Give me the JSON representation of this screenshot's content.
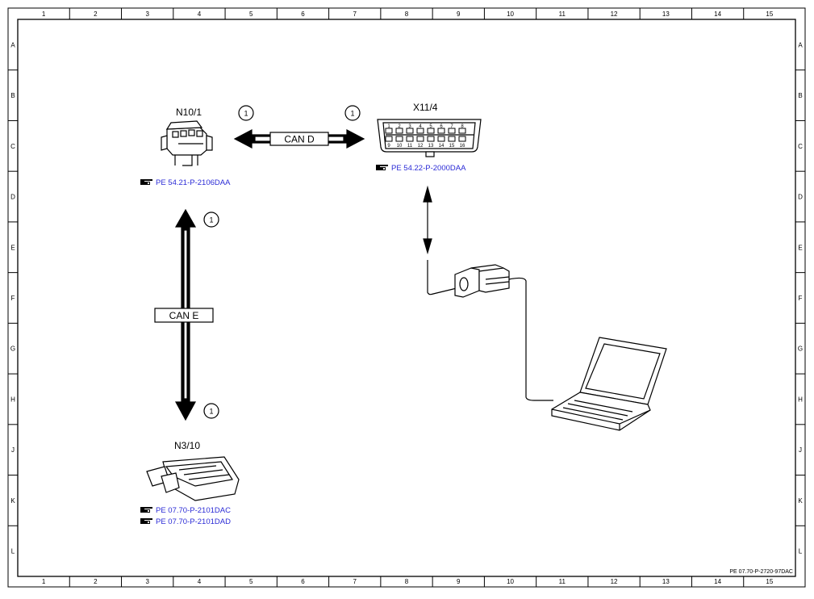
{
  "grid": {
    "columns": [
      "1",
      "2",
      "3",
      "4",
      "5",
      "6",
      "7",
      "8",
      "9",
      "10",
      "11",
      "12",
      "13",
      "14",
      "15"
    ],
    "rows": [
      "A",
      "B",
      "C",
      "D",
      "E",
      "F",
      "G",
      "H",
      "J",
      "K",
      "L"
    ]
  },
  "components": {
    "n10_1": {
      "label": "N10/1",
      "ref": "PE 54.21-P-2106DAA"
    },
    "x11_4": {
      "label": "X11/4",
      "ref": "PE 54.22-P-2000DAA"
    },
    "n3_10": {
      "label": "N3/10",
      "ref1": "PE 07.70-P-2101DAC",
      "ref2": "PE 07.70-P-2101DAD"
    }
  },
  "connector_pins": {
    "top": [
      "1",
      "2",
      "3",
      "4",
      "5",
      "6",
      "7",
      "8"
    ],
    "bottom": [
      "9",
      "10",
      "11",
      "12",
      "13",
      "14",
      "15",
      "16"
    ]
  },
  "buses": {
    "can_d": "CAN D",
    "can_e": "CAN E"
  },
  "badges": {
    "marker": "1"
  },
  "document_id": "PE 07.70-P-2720-97DAC",
  "icons": {
    "ref": "pointing-hand-icon",
    "n10_1": "control-unit-connector-icon",
    "x11_4": "diagnostic-socket-icon",
    "n3_10": "engine-control-unit-icon",
    "adapter": "diagnostic-adapter-icon",
    "laptop": "laptop-icon"
  },
  "colors": {
    "reference_link": "#2b2bd6",
    "line": "#000000"
  }
}
